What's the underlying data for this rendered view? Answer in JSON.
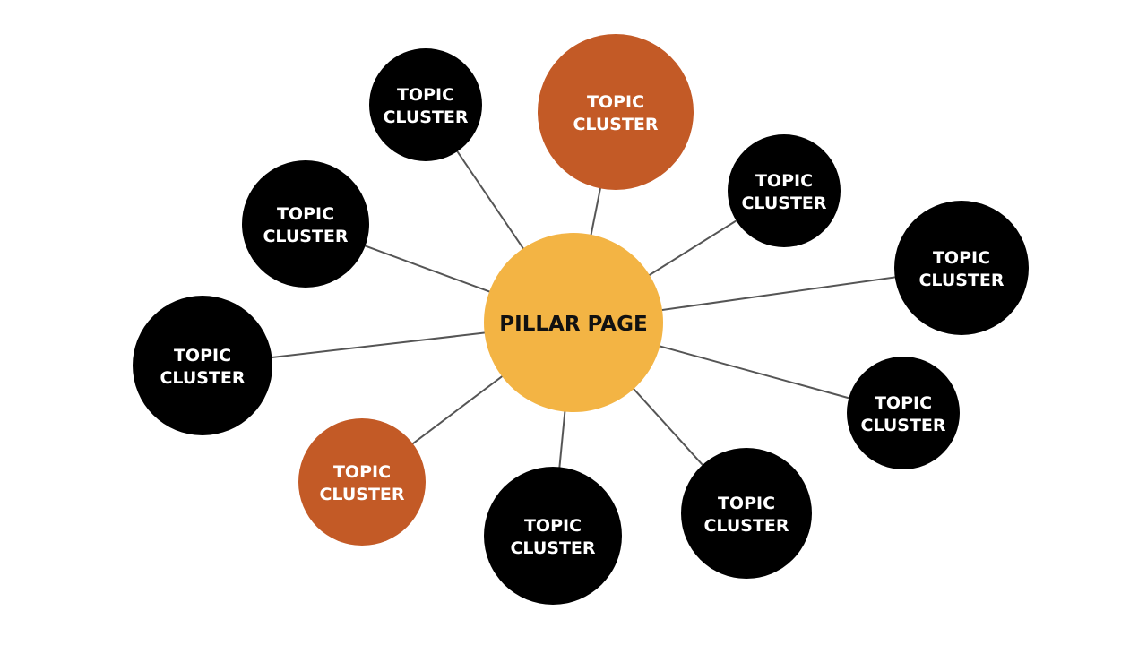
{
  "colors": {
    "background": "#ffffff",
    "pillar_fill": "#f3b444",
    "pillar_text": "#111111",
    "cluster_dark": "#000000",
    "cluster_accent": "#c35a26",
    "cluster_text": "#ffffff",
    "connector": "#555555"
  },
  "pillar": {
    "label": "PILLAR PAGE"
  },
  "clusters": [
    {
      "line1": "TOPIC",
      "line2": "CLUSTER",
      "style": "dark"
    },
    {
      "line1": "TOPIC",
      "line2": "CLUSTER",
      "style": "accent"
    },
    {
      "line1": "TOPIC",
      "line2": "CLUSTER",
      "style": "dark"
    },
    {
      "line1": "TOPIC",
      "line2": "CLUSTER",
      "style": "dark"
    },
    {
      "line1": "TOPIC",
      "line2": "CLUSTER",
      "style": "dark"
    },
    {
      "line1": "TOPIC",
      "line2": "CLUSTER",
      "style": "dark"
    },
    {
      "line1": "TOPIC",
      "line2": "CLUSTER",
      "style": "dark"
    },
    {
      "line1": "TOPIC",
      "line2": "CLUSTER",
      "style": "dark"
    },
    {
      "line1": "TOPIC",
      "line2": "CLUSTER",
      "style": "dark"
    },
    {
      "line1": "TOPIC",
      "line2": "CLUSTER",
      "style": "accent"
    }
  ]
}
